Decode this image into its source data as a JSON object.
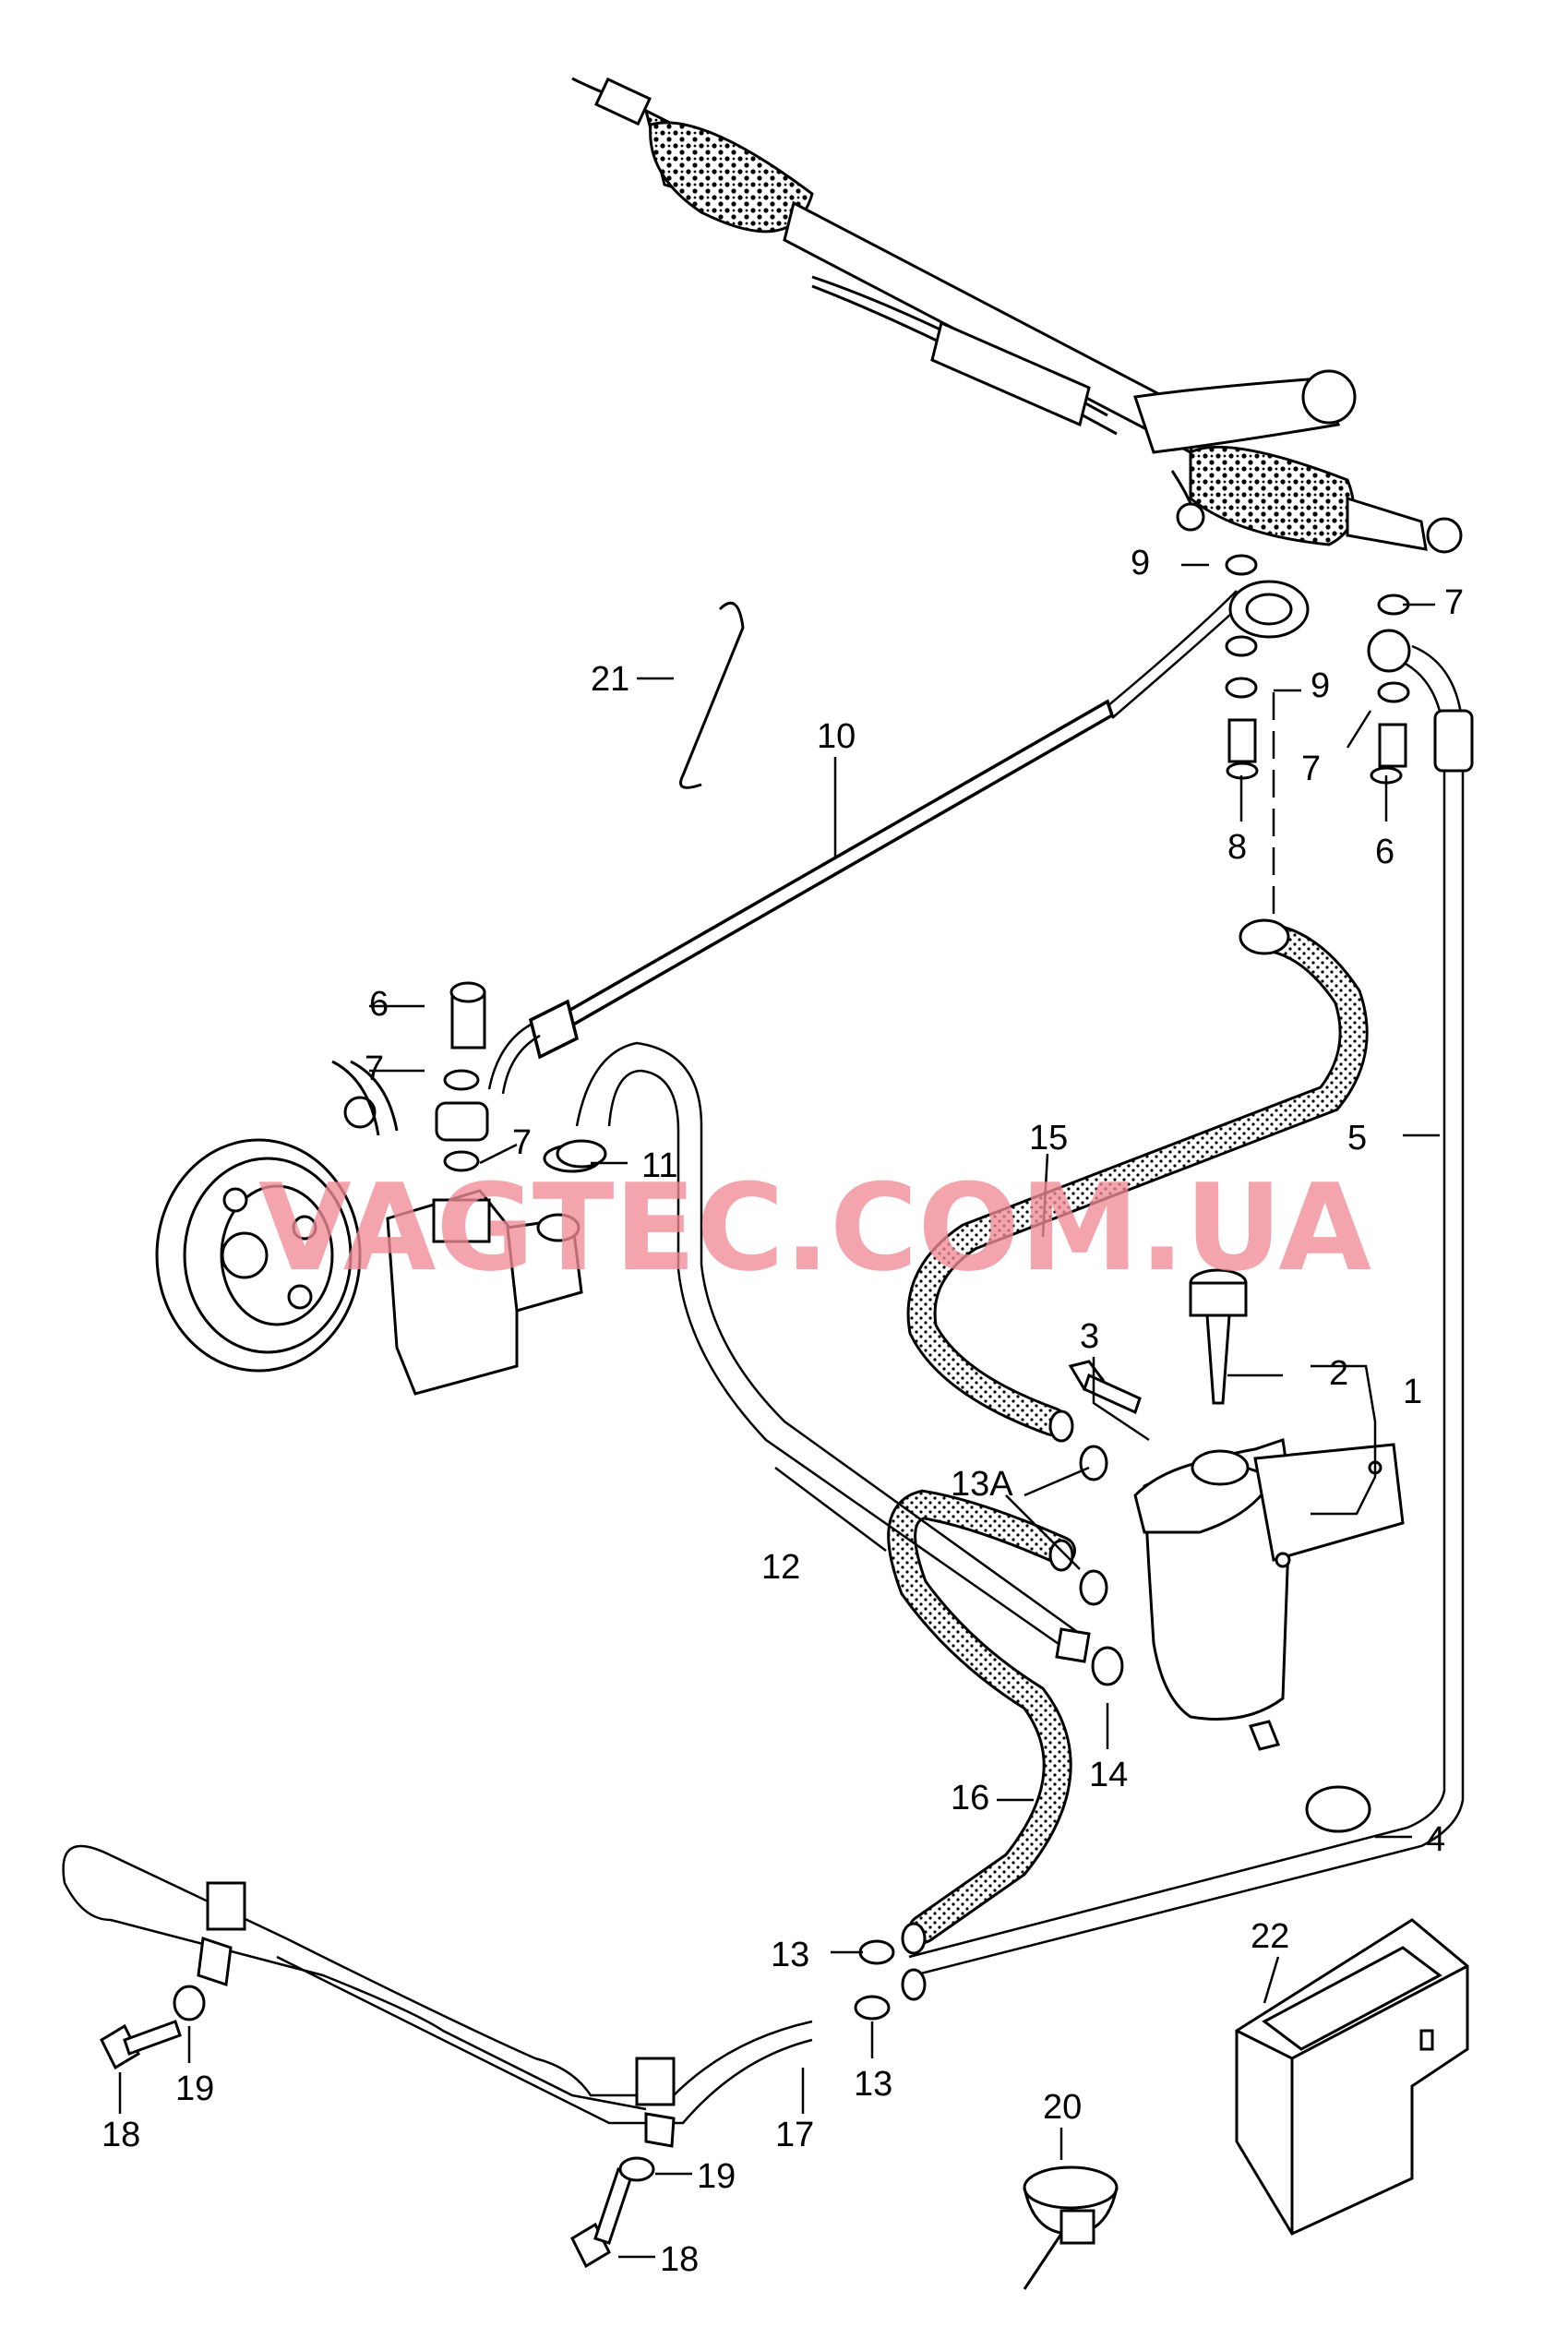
{
  "watermark": "VAGTEC.COM.UA",
  "callouts": {
    "p1": "1",
    "p2": "2",
    "p3": "3",
    "p4": "4",
    "p5": "5",
    "p6a": "6",
    "p6b": "6",
    "p7a": "7",
    "p7b": "7",
    "p7c": "7",
    "p7d": "7",
    "p8": "8",
    "p9a": "9",
    "p9b": "9",
    "p10": "10",
    "p11": "11",
    "p12": "12",
    "p13a": "13",
    "p13b": "13",
    "p13A": "13A",
    "p14": "14",
    "p15": "15",
    "p16": "16",
    "p17": "17",
    "p18a": "18",
    "p18b": "18",
    "p19a": "19",
    "p19b": "19",
    "p20": "20",
    "p21": "21",
    "p22": "22"
  }
}
